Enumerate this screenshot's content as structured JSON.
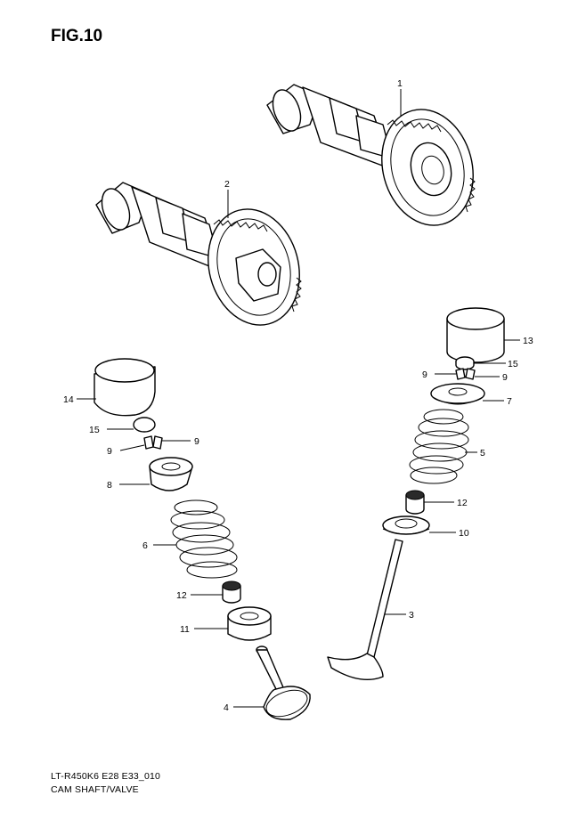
{
  "figure": {
    "title": "FIG.10",
    "model_code": "LT-R450K6 E28 E33_010",
    "group_name": "CAM SHAFT/VALVE"
  },
  "callouts": [
    {
      "id": "1"
    },
    {
      "id": "2"
    },
    {
      "id": "3"
    },
    {
      "id": "4"
    },
    {
      "id": "5"
    },
    {
      "id": "6"
    },
    {
      "id": "7"
    },
    {
      "id": "8"
    },
    {
      "id": "9a"
    },
    {
      "id": "9b"
    },
    {
      "id": "9c"
    },
    {
      "id": "9d"
    },
    {
      "id": "10"
    },
    {
      "id": "11"
    },
    {
      "id": "12a"
    },
    {
      "id": "12b"
    },
    {
      "id": "13"
    },
    {
      "id": "14"
    },
    {
      "id": "15a"
    },
    {
      "id": "15b"
    }
  ],
  "labels": {
    "c1": "1",
    "c2": "2",
    "c3": "3",
    "c4": "4",
    "c5": "5",
    "c6": "6",
    "c7": "7",
    "c8": "8",
    "c9a": "9",
    "c9b": "9",
    "c9c": "9",
    "c9d": "9",
    "c10": "10",
    "c11": "11",
    "c12a": "12",
    "c12b": "12",
    "c13": "13",
    "c14": "14",
    "c15a": "15",
    "c15b": "15"
  }
}
